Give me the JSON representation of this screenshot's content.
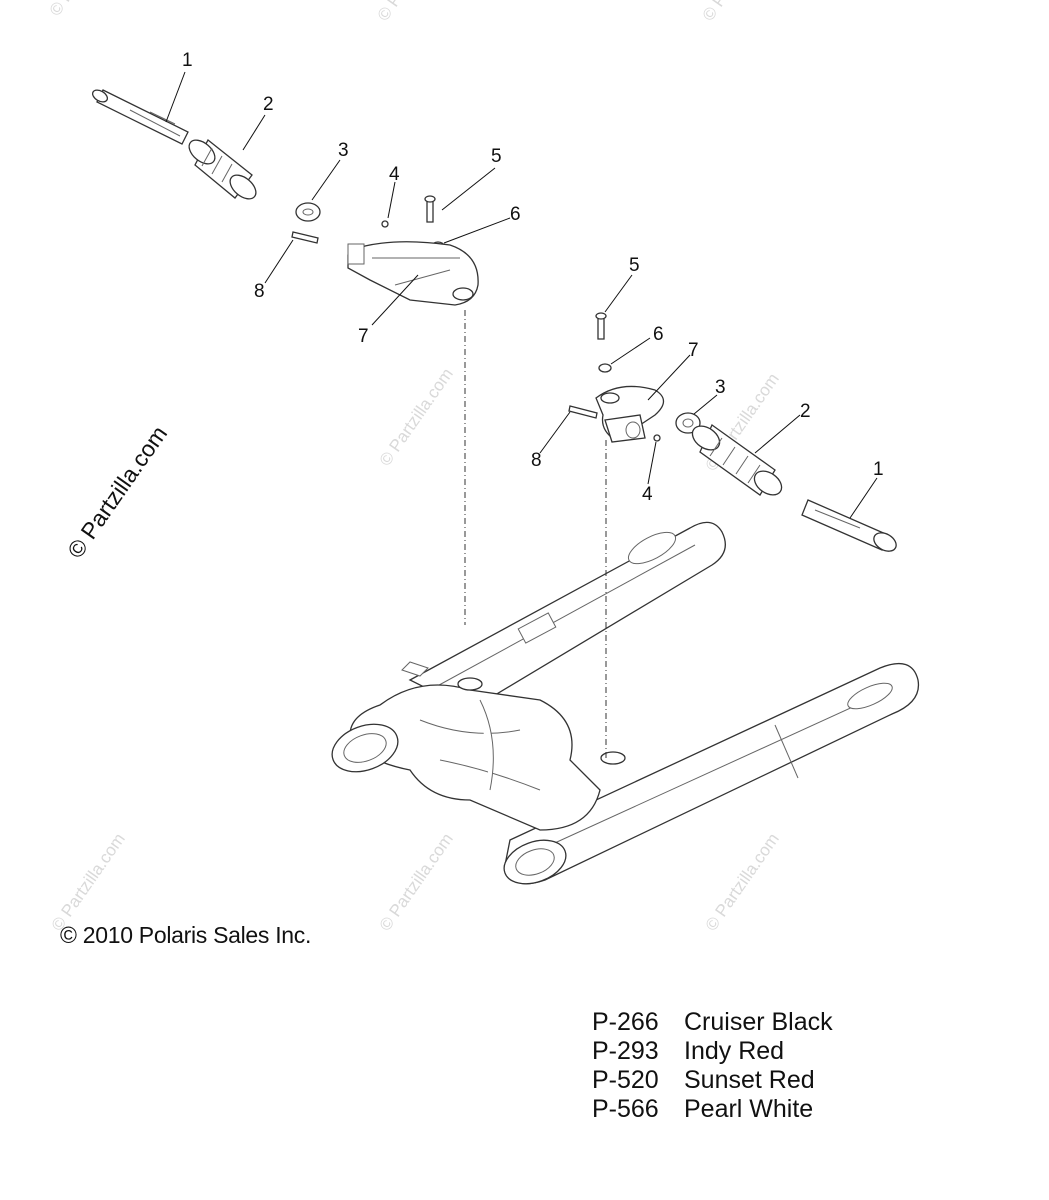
{
  "callouts": {
    "left": [
      "1",
      "2",
      "3",
      "4",
      "5",
      "6",
      "7",
      "8"
    ],
    "right": [
      "1",
      "2",
      "3",
      "4",
      "5",
      "6",
      "7",
      "8"
    ]
  },
  "watermarks": {
    "main": "© Partzilla.com",
    "small": "© Partzilla.com"
  },
  "copyright": "© 2010 Polaris Sales Inc.",
  "color_codes": [
    {
      "code": "P-266",
      "name": "Cruiser Black"
    },
    {
      "code": "P-293",
      "name": "Indy Red"
    },
    {
      "code": "P-520",
      "name": "Sunset Red"
    },
    {
      "code": "P-566",
      "name": "Pearl White"
    }
  ]
}
